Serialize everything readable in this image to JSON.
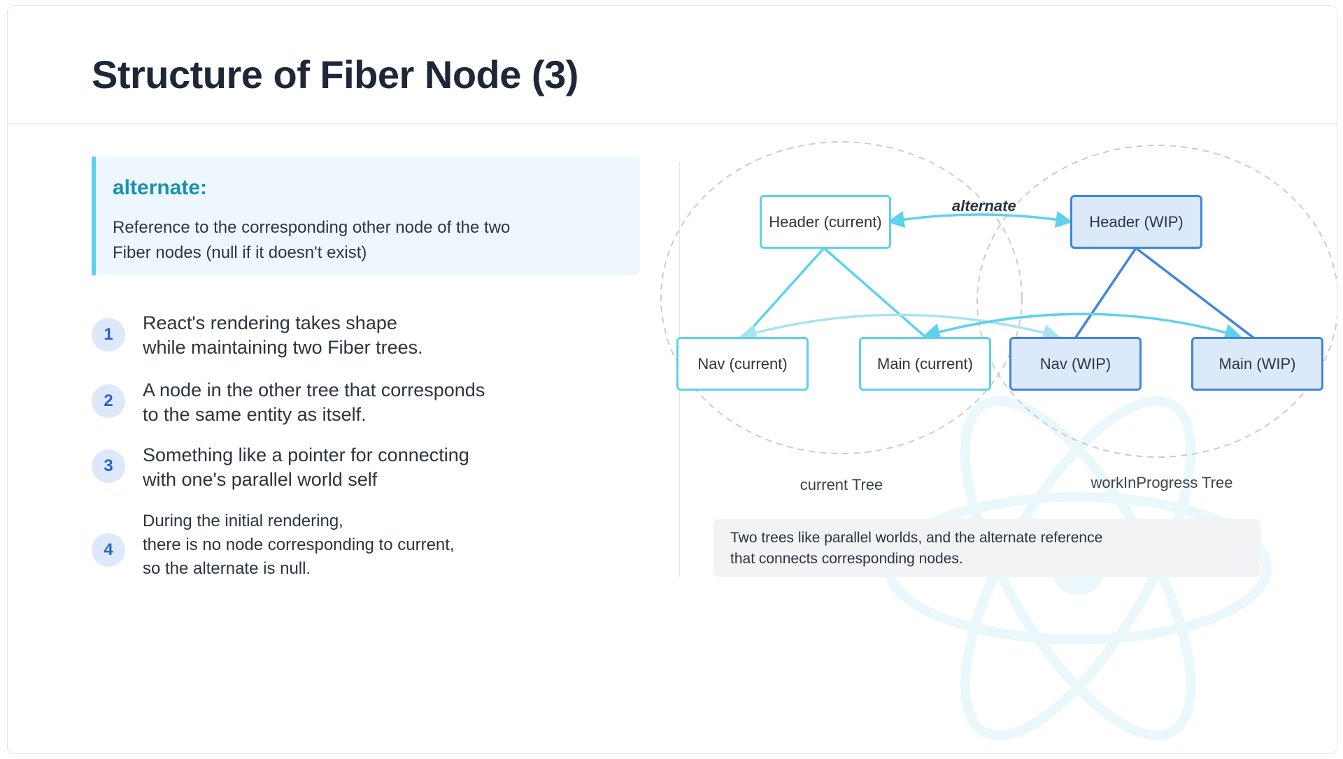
{
  "title": "Structure of Fiber Node (3)",
  "definition": {
    "term": "alternate:",
    "text": "Reference to the corresponding other node of the two Fiber nodes (null if it doesn't exist)"
  },
  "points": [
    {
      "num": "1",
      "text": "React's rendering takes shape\nwhile maintaining two Fiber trees."
    },
    {
      "num": "2",
      "text": "A node in the other tree that corresponds\nto the same entity as itself."
    },
    {
      "num": "3",
      "text": "Something like a pointer for connecting\nwith one's parallel world self"
    },
    {
      "num": "4",
      "text": "During the initial rendering,\nthere is no node corresponding to current,\nso the alternate is null."
    }
  ],
  "diagram": {
    "alternate_label": "alternate",
    "current_tree": {
      "label": "current Tree",
      "header": "Header (current)",
      "nav": "Nav (current)",
      "main": "Main (current)"
    },
    "wip_tree": {
      "label": "workInProgress Tree",
      "header": "Header (WIP)",
      "nav": "Nav (WIP)",
      "main": "Main (WIP)"
    },
    "caption": "Two trees like parallel worlds, and the alternate reference\nthat connects corresponding nodes."
  },
  "colors": {
    "current": "#5ed2ea",
    "wip": "#3f86dc",
    "wip_fill": "#dbe9fb",
    "accent_text": "#1693ad"
  },
  "icons": [
    "react-logo-watermark-icon",
    "arrow-icon"
  ]
}
